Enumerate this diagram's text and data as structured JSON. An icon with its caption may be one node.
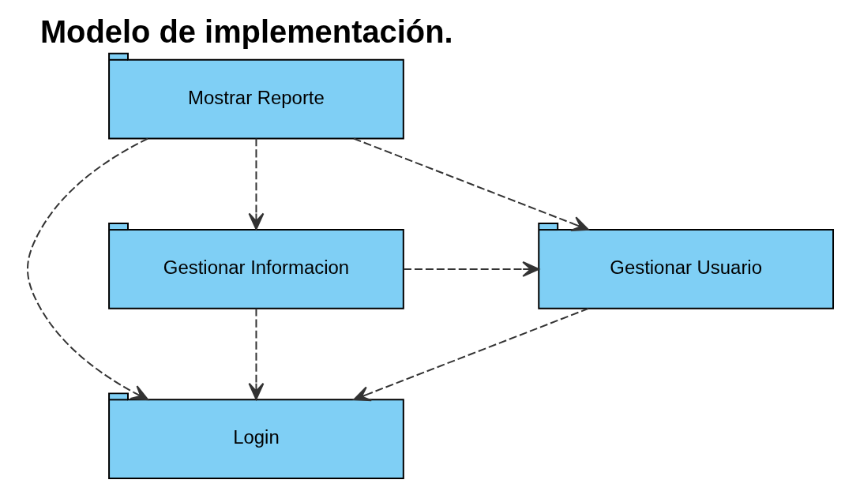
{
  "diagram": {
    "title": "Modelo de implementación.",
    "nodes": [
      {
        "text": [
          "Login"
        ]
      },
      {
        "text": [
          "Gestionar Usuario"
        ]
      },
      {
        "text": [
          "Gestionar Informacion"
        ]
      },
      {
        "text": [
          "Mostrar Reporte"
        ]
      }
    ],
    "edges": [
      {
        "from": 1,
        "to": 0,
        "arrow": "to",
        "style": "dashed"
      },
      {
        "from": 2,
        "to": 0,
        "arrow": "to",
        "style": "dashed"
      },
      {
        "from": 2,
        "to": 1,
        "arrow": "to",
        "style": "dashed"
      },
      {
        "from": 3,
        "to": 1,
        "arrow": "to",
        "style": "dashed"
      },
      {
        "from": 3,
        "to": 2,
        "arrow": "to",
        "style": "dashed"
      },
      {
        "from": 3,
        "to": 0,
        "arrow": "to",
        "style": "dashed"
      }
    ]
  }
}
